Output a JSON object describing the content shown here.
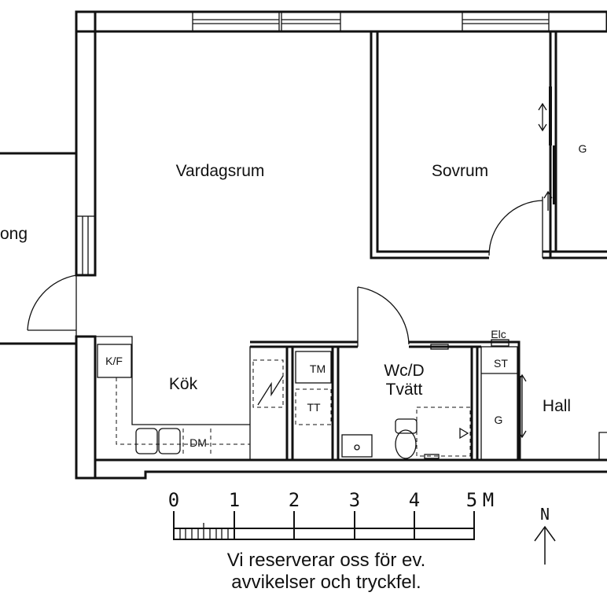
{
  "rooms": {
    "balcony": "ong",
    "living": "Vardagsrum",
    "bedroom": "Sovrum",
    "kitchen": "Kök",
    "bath_line1": "Wc/D",
    "bath_line2": "Tvätt",
    "hall": "Hall"
  },
  "fixtures": {
    "fridge_freezer": "K/F",
    "dishwasher": "DM",
    "washing_machine": "TM",
    "tumble_dryer": "TT",
    "electric_cabinet": "Elc",
    "storage": "ST",
    "wardrobe_hall": "G",
    "wardrobe_bedroom": "G"
  },
  "scale": {
    "ticks": [
      "0",
      "1",
      "2",
      "3",
      "4",
      "5"
    ],
    "unit": "M"
  },
  "north": "N",
  "disclaimer": {
    "line1": "Vi reserverar oss för ev.",
    "line2": "avvikelser och tryckfel."
  }
}
